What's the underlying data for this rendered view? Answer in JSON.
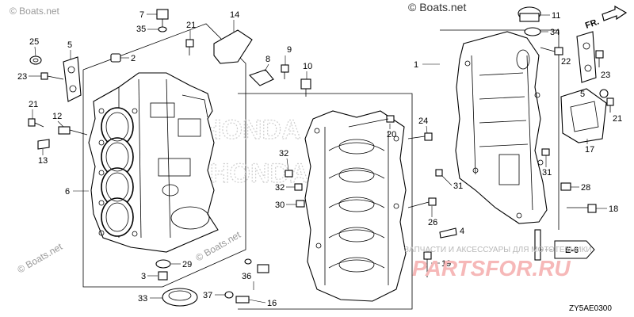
{
  "watermarks": {
    "boats_top_left": "© Boats.net",
    "boats_top_center": "© Boats.net",
    "boats_bottom_left": "© Boats.net",
    "boats_bottom_center": "© Boats.net",
    "honda_engraving_top": "HONDA",
    "honda_engraving_bottom": "HONDA",
    "shop_caption": "ЗАПЧАСТИ И АКСЕССУАРЫ ДЛЯ МОТОТЕХНИКИ",
    "shop_logo": "PARTSFOR.RU"
  },
  "front_indicator": {
    "label": "FR.",
    "icon": "arrow-right-icon"
  },
  "reference_marker": "E-6",
  "diagram_code": "ZY5AE0300",
  "callouts": {
    "c1": "1",
    "c2": "2",
    "c3": "3",
    "c4": "4",
    "c5_left": "5",
    "c5_right": "5",
    "c6": "6",
    "c7": "7",
    "c8": "8",
    "c9": "9",
    "c10": "10",
    "c11": "11",
    "c12": "12",
    "c13": "13",
    "c14": "14",
    "c16": "16",
    "c17": "17",
    "c18": "18",
    "c19": "19",
    "c20": "20",
    "c21_left": "21",
    "c21_top": "21",
    "c21_right": "21",
    "c22": "22",
    "c23_left": "23",
    "c23_right": "23",
    "c24": "24",
    "c25": "25",
    "c26": "26",
    "c28": "28",
    "c29": "29",
    "c30": "30",
    "c31_center": "31",
    "c31_right": "31",
    "c32_a": "32",
    "c32_b": "32",
    "c33": "33",
    "c34": "34",
    "c35": "35",
    "c36": "36",
    "c37": "37"
  },
  "colors": {
    "ink": "#000000",
    "watermark_gray": "#9a9a9a",
    "watermark_red": "#f6b8b8",
    "background": "#ffffff"
  }
}
